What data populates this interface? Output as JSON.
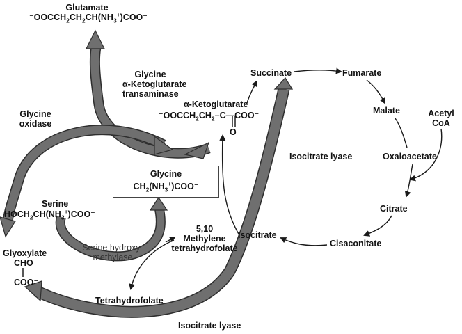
{
  "compounds": {
    "glutamate": {
      "name": "Glutamate",
      "formula_a": "⁻OOCCH",
      "formula_b": "CH",
      "formula_c": "CH(NH",
      "formula_d": ")COO⁻",
      "sub_2": "2",
      "sub_3": "3",
      "sup_plus": "+"
    },
    "akg": {
      "name": "α-Ketoglutarate",
      "formula_a": "⁻OOCCH",
      "formula_b": "CH",
      "formula_c": "–C—COO⁻",
      "sub_2": "2",
      "oxygen": "O"
    },
    "glycine": {
      "name": "Glycine",
      "formula_a": "CH",
      "formula_b": "(NH",
      "formula_c": ")COO⁻",
      "sub_2": "2",
      "sub_3": "3",
      "sup_plus": "+"
    },
    "serine": {
      "name": "Serine",
      "formula_a": "HOCH",
      "formula_b": "CH(NH",
      "formula_c": ")COO⁻",
      "sub_2": "2",
      "sub_3": "3",
      "sup_plus": "+"
    },
    "glyoxylate": {
      "name": "Glyoxylate",
      "line1": "CHO",
      "line2": "COO⁻"
    },
    "methylene_thf": {
      "line1": "5,10",
      "line2": "Methylene",
      "line3": "tetrahydrofolate"
    },
    "thf": {
      "name": "Tetrahydrofolate"
    },
    "succinate": {
      "name": "Succinate"
    },
    "fumarate": {
      "name": "Fumarate"
    },
    "malate": {
      "name": "Malate"
    },
    "acetyl_coa": {
      "line1": "Acetyl",
      "line2": "CoA"
    },
    "oxaloacetate": {
      "name": "Oxaloacetate"
    },
    "citrate": {
      "name": "Citrate"
    },
    "cisaconitate": {
      "name": "Cisaconitate"
    },
    "isocitrate": {
      "name": "Isocitrate"
    }
  },
  "enzymes": {
    "transaminase": {
      "line1": "Glycine",
      "line2": "α-Ketoglutarate",
      "line3": "transaminase"
    },
    "glycine_oxidase": {
      "line1": "Glycine",
      "line2": "oxidase"
    },
    "isocitrate_lyase_right": "Isocitrate lyase",
    "isocitrate_lyase_bottom": "Isocitrate lyase",
    "serine_hydroxymethylase": {
      "line1": "Serine hydroxy-",
      "line2": "methylase"
    }
  },
  "colors": {
    "arrow_fill": "#6f6f6f",
    "arrow_edge": "#2e2e2e",
    "line": "#1a1a1a",
    "text": "#111111"
  }
}
